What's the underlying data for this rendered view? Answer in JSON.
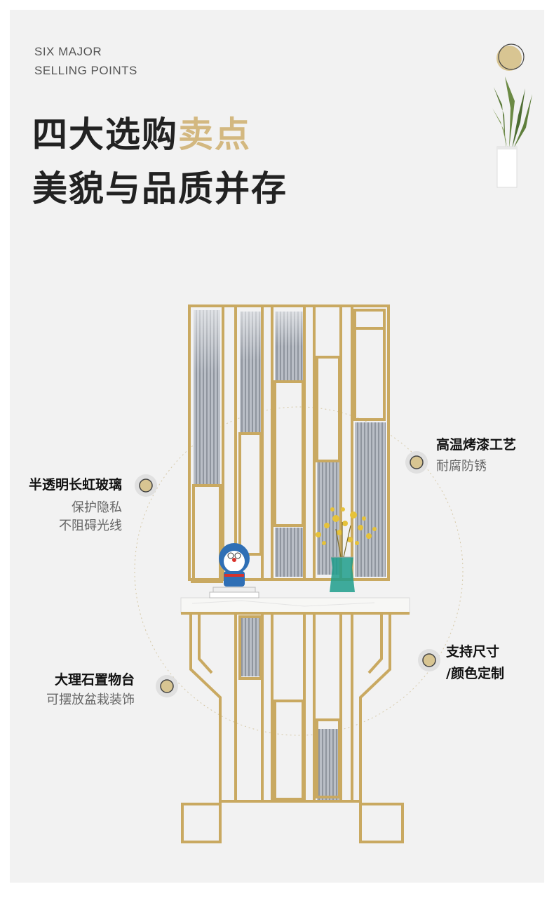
{
  "header": {
    "en_line1": "SIX MAJOR",
    "en_line2": "SELLING POINTS",
    "title_part1": "四大选购",
    "title_part2": "卖点",
    "subtitle": "美貌与品质并存"
  },
  "features": {
    "glass": {
      "title": "半透明长虹玻璃",
      "line1": "保护隐私",
      "line2": "不阻碍光线"
    },
    "paint": {
      "title": "高温烤漆工艺",
      "line1": "耐腐防锈"
    },
    "marble": {
      "title": "大理石置物台",
      "line1": "可摆放盆栽装饰"
    },
    "custom": {
      "title": "支持尺寸",
      "line1": "/颜色定制"
    }
  },
  "colors": {
    "gold": "#c9a961",
    "accent_text": "#d3b880",
    "background": "#f2f2f2",
    "marker_fill": "#d8c592"
  },
  "icons": [
    "plant-icon",
    "gold-circle-icon",
    "feature-marker-icon",
    "screen-illustration"
  ]
}
